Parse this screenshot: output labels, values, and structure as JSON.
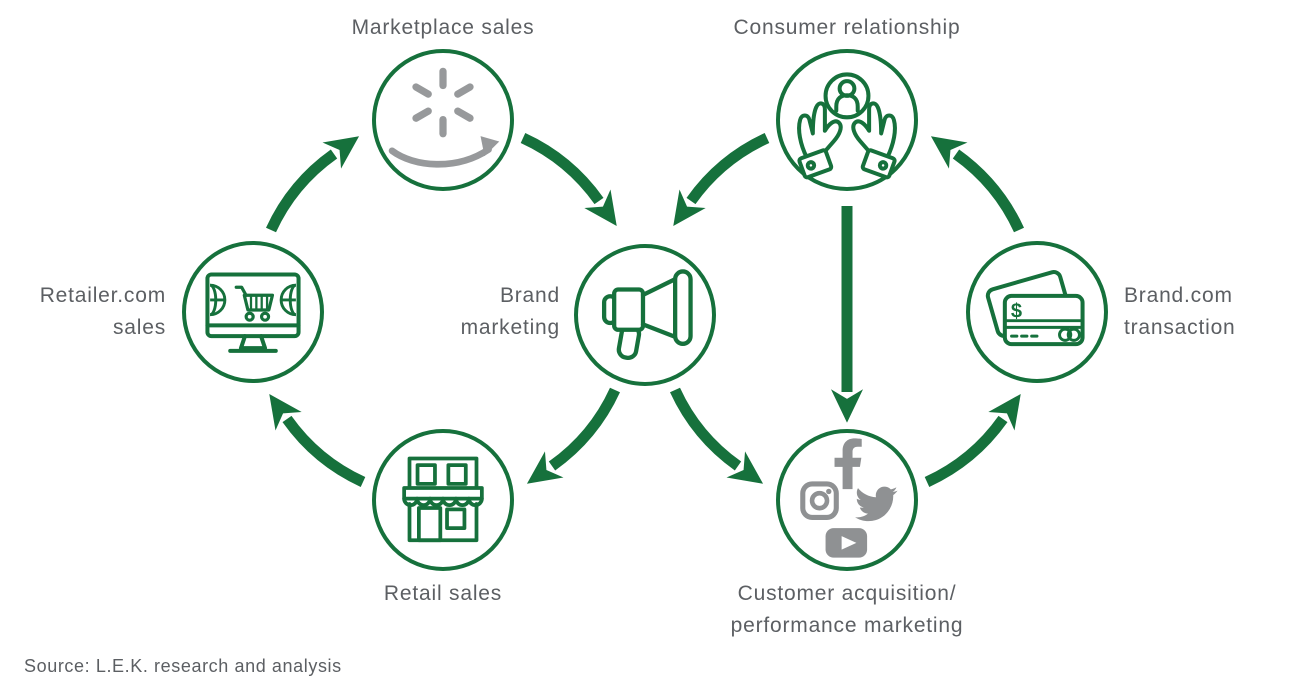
{
  "colors": {
    "green": "#16713C",
    "icon_gray": "#97999B",
    "text_gray": "#5C5F63",
    "background": "#FFFFFF"
  },
  "nodes": {
    "marketplace": {
      "label": "Marketplace sales",
      "icon": "walmart-spark-amazon-smile-icon"
    },
    "consumer": {
      "label": "Consumer relationship",
      "icon": "hands-holding-person-icon"
    },
    "retailer_com": {
      "line1": "Retailer.com",
      "line2": "sales",
      "icon": "monitor-shopping-cart-icon"
    },
    "brand_marketing": {
      "line1": "Brand",
      "line2": "marketing",
      "icon": "megaphone-icon"
    },
    "brand_com": {
      "line1": "Brand.com",
      "line2": "transaction",
      "icon": "credit-cards-icon",
      "card_glyph": "$"
    },
    "retail": {
      "label": "Retail sales",
      "icon": "storefront-icon"
    },
    "customer_acquisition": {
      "line1": "Customer acquisition/",
      "line2": "performance marketing",
      "icon": "social-media-icons"
    }
  },
  "edges": [
    {
      "from": "retailer_com",
      "to": "marketplace"
    },
    {
      "from": "marketplace",
      "to": "brand_marketing"
    },
    {
      "from": "brand_marketing",
      "to": "retail"
    },
    {
      "from": "retail",
      "to": "retailer_com"
    },
    {
      "from": "consumer",
      "to": "brand_marketing"
    },
    {
      "from": "consumer",
      "to": "customer_acquisition"
    },
    {
      "from": "brand_marketing",
      "to": "customer_acquisition"
    },
    {
      "from": "customer_acquisition",
      "to": "brand_com"
    },
    {
      "from": "brand_com",
      "to": "consumer"
    }
  ],
  "source_note": "Source: L.E.K. research and analysis"
}
